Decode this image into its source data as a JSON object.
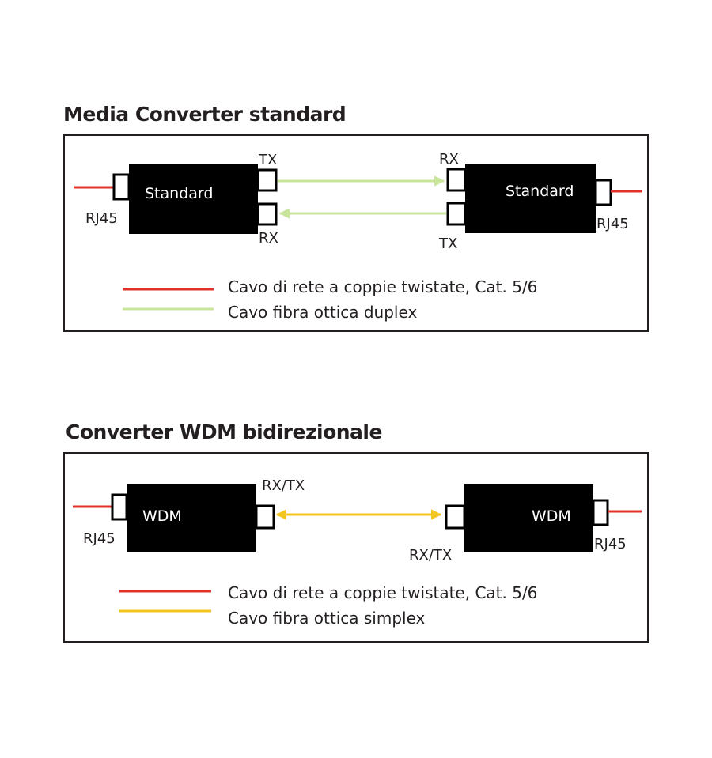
{
  "colors": {
    "twisted_pair": "#e0322a",
    "fiber_duplex": "#c9e59c",
    "fiber_simplex": "#f2c51f",
    "device": "#000000",
    "frame": "#231f20"
  },
  "sections": [
    {
      "title": "Media Converter standard",
      "left_device": {
        "label": "Standard",
        "rj45": "RJ45",
        "top_port": "TX",
        "bottom_port": "RX"
      },
      "right_device": {
        "label": "Standard",
        "rj45": "RJ45",
        "top_port": "RX",
        "bottom_port": "TX"
      },
      "legend": [
        {
          "text": "Cavo di rete a coppie twistate, Cat. 5/6",
          "color": "#e0322a"
        },
        {
          "text": "Cavo fibra ottica duplex",
          "color": "#c9e59c"
        }
      ]
    },
    {
      "title": "Converter WDM bidirezionale",
      "left_device": {
        "label": "WDM",
        "rj45": "RJ45",
        "port": "RX/TX"
      },
      "right_device": {
        "label": "WDM",
        "rj45": "RJ45",
        "port": "RX/TX"
      },
      "legend": [
        {
          "text": "Cavo di rete a coppie twistate, Cat. 5/6",
          "color": "#e0322a"
        },
        {
          "text": "Cavo fibra ottica simplex",
          "color": "#f2c51f"
        }
      ]
    }
  ]
}
